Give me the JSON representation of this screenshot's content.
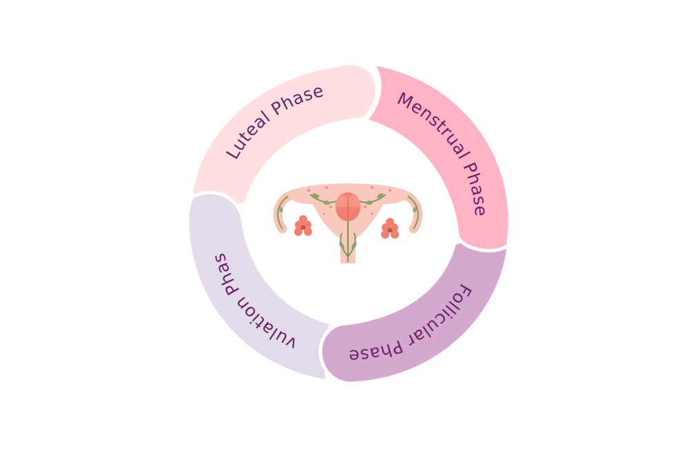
{
  "diagram": {
    "phases": [
      {
        "id": "menstrual",
        "label": "Menstrual Phase",
        "color": "#ffb3c4"
      },
      {
        "id": "follicular",
        "label": "Follicular Phase",
        "color": "#d4a8cf"
      },
      {
        "id": "ovulation",
        "label": "Ovulation Phase",
        "color": "#e4dbea"
      },
      {
        "id": "luteal",
        "label": "Luteal Phase",
        "color": "#fde0df"
      }
    ],
    "text_color": "#6b2468",
    "center_icon": "uterus-icon"
  }
}
